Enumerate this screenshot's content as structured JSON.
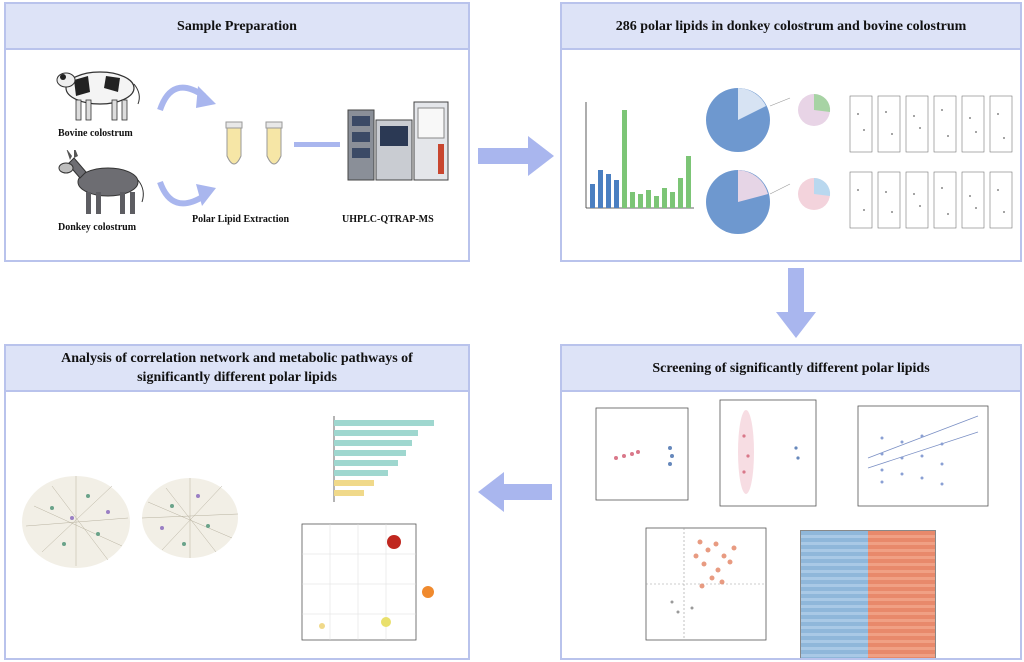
{
  "panels": {
    "prep": {
      "title": "Sample Preparation",
      "bovine_label": "Bovine colostrum",
      "donkey_label": "Donkey colostrum",
      "extraction_label": "Polar Lipid Extraction",
      "instrument_label": "UHPLC-QTRAP-MS"
    },
    "lipids": {
      "title": "286 polar lipids in donkey colostrum and bovine colostrum"
    },
    "screening": {
      "title": "Screening of significantly different polar lipids"
    },
    "network": {
      "title_line1": "Analysis of correlation network and metabolic pathways of",
      "title_line2": "significantly different polar lipids"
    }
  },
  "colors": {
    "panel_header": "#dde3f7",
    "panel_border": "#b9c3ec",
    "arrow": "#a9b6ee",
    "bar_blue": "#4a7fc1",
    "bar_green": "#7cc576",
    "pie_blue": "#6e98cf",
    "heat_blue": "#8fb7da",
    "heat_red": "#e8896b",
    "teal_bar": "#9fd7cf"
  }
}
